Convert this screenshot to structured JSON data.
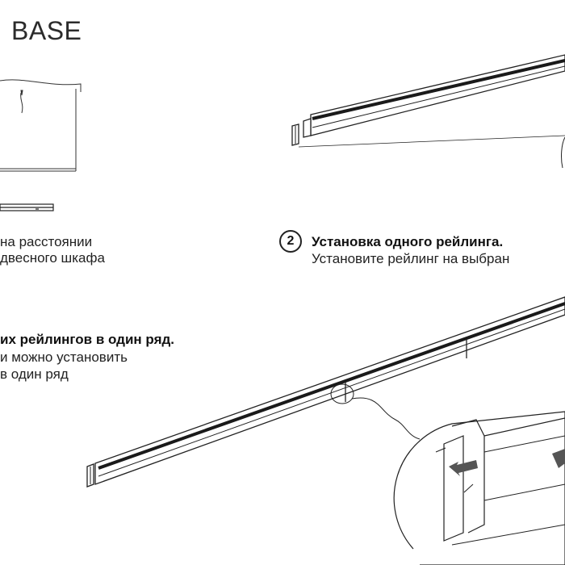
{
  "page": {
    "title": "BASE"
  },
  "step1": {
    "line1": "на расстоянии",
    "line2": "двесного шкафа"
  },
  "step2": {
    "number": "2",
    "heading": "Установка одного рейлинга.",
    "text": "Установите рейлинг на выбран"
  },
  "step3": {
    "heading": "их рейлингов в один ряд.",
    "line1": "и можно установить",
    "line2": "в один ряд"
  },
  "colors": {
    "ink": "#1d1d1b",
    "line": "#333333",
    "rail_dark": "#1a1a1a",
    "arrow": "#555555"
  }
}
